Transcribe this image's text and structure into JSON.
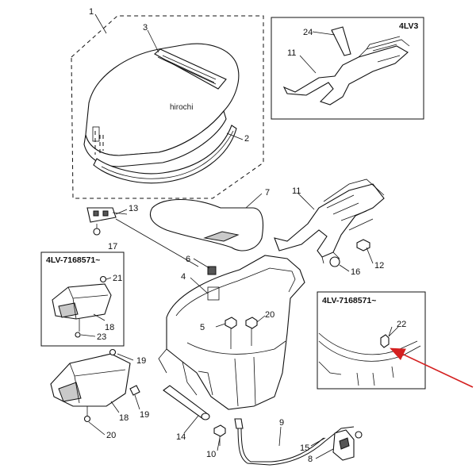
{
  "watermark": "hirochi",
  "boxes": {
    "top_right": "4LV3",
    "left": "4LV-7168571~",
    "right": "4LV-7168571~"
  },
  "part_numbers": {
    "p1": "1",
    "p2": "2",
    "p3": "3",
    "p4": "4",
    "p5": "5",
    "p6": "6",
    "p7": "7",
    "p8": "8",
    "p9": "9",
    "p10": "10",
    "p11a": "11",
    "p11b": "11",
    "p12": "12",
    "p13": "13",
    "p14": "14",
    "p15": "15",
    "p16": "16",
    "p17": "17",
    "p18a": "18",
    "p18b": "18",
    "p19a": "19",
    "p19b": "19",
    "p20a": "20",
    "p20b": "20",
    "p21": "21",
    "p22": "22",
    "p23": "23",
    "p24": "24"
  },
  "colors": {
    "line": "#111111",
    "shade": "#c9c9c9",
    "annotation_arrow": "#d42020"
  }
}
